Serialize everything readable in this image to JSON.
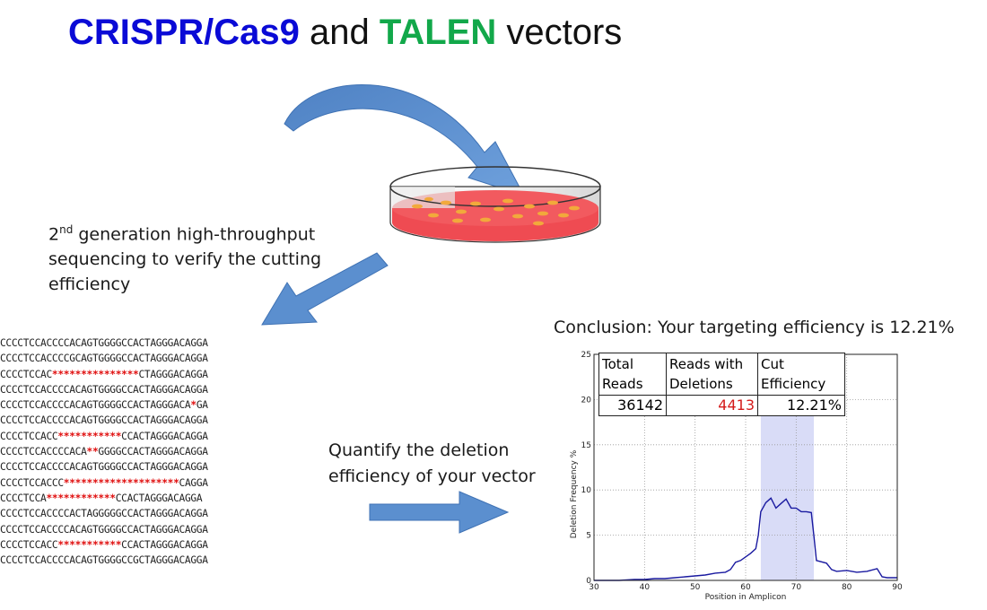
{
  "title": {
    "part1": "CRISPR/Cas9",
    "part2": "and",
    "part3": "TALEN",
    "part4": "vectors"
  },
  "sequencing_label": {
    "superscript": "nd",
    "prefix": "2",
    "text": "generation high-throughput sequencing to verify the cutting efficiency"
  },
  "quantify_label": "Quantify the deletion efficiency of your vector",
  "conclusion": "Conclusion: Your targeting efficiency is 12.21%",
  "sequences": [
    [
      {
        "t": "CCCCTCCACCCCACAGTGGGGCCACTAGGGACAGGA"
      }
    ],
    [
      {
        "t": "CCCCTCCACCCCGCAGTGGGGCCACTAGGGACAGGA"
      }
    ],
    [
      {
        "t": "CCCCTCCAC"
      },
      {
        "t": "***************",
        "d": true
      },
      {
        "t": "CTAGGGACAGGA"
      }
    ],
    [
      {
        "t": "CCCCTCCACCCCACAGTGGGGCCACTAGGGACAGGA"
      }
    ],
    [
      {
        "t": "CCCCTCCACCCCACAGTGGGGCCACTAGGGACA"
      },
      {
        "t": "*",
        "d": true
      },
      {
        "t": "GA"
      }
    ],
    [
      {
        "t": "CCCCTCCACCCCACAGTGGGGCCACTAGGGACAGGA"
      }
    ],
    [
      {
        "t": "CCCCTCCACC"
      },
      {
        "t": "***********",
        "d": true
      },
      {
        "t": "CCACTAGGGACAGGA"
      }
    ],
    [
      {
        "t": "CCCCTCCACCCCACA"
      },
      {
        "t": "**",
        "d": true
      },
      {
        "t": "GGGGCCACTAGGGACAGGA"
      }
    ],
    [
      {
        "t": "CCCCTCCACCCCACAGTGGGGCCACTAGGGACAGGA"
      }
    ],
    [
      {
        "t": "CCCCTCCACCC"
      },
      {
        "t": "********************",
        "d": true
      },
      {
        "t": "CAGGA"
      }
    ],
    [
      {
        "t": "CCCCTCCA"
      },
      {
        "t": "************",
        "d": true
      },
      {
        "t": "CCACTAGGGACAGGA"
      }
    ],
    [
      {
        "t": "CCCCTCCACCCCACTAGGGGGCCACTAGGGACAGGA"
      }
    ],
    [
      {
        "t": "CCCCTCCACCCCACAGTGGGGCCACTAGGGACAGGA"
      }
    ],
    [
      {
        "t": "CCCCTCCACC"
      },
      {
        "t": "***********",
        "d": true
      },
      {
        "t": "CCACTAGGGACAGGA"
      }
    ],
    [
      {
        "t": "CCCCTCCACCCCACAGTGGGGCCGCTAGGGACAGGA"
      }
    ]
  ],
  "table": {
    "headers": [
      "Total Reads",
      "Reads with Deletions",
      "Cut Efficiency"
    ],
    "values": [
      "36142",
      "4413",
      "12.21%"
    ],
    "highlight_color": "#d41a1a"
  },
  "chart_data": {
    "type": "line",
    "xlabel": "Position in Amplicon",
    "ylabel": "Deletion Frequency %",
    "xlim": [
      30,
      90
    ],
    "ylim": [
      0,
      25
    ],
    "xticks": [
      "30",
      "40",
      "50",
      "60",
      "70",
      "80",
      "90"
    ],
    "yticks": [
      "0",
      "5",
      "10",
      "15",
      "20",
      "25"
    ],
    "grid": true,
    "highlight_span": [
      63,
      73.5
    ],
    "x": [
      30,
      35,
      38,
      40,
      42,
      44,
      46,
      48,
      50,
      52,
      54,
      56,
      57,
      58,
      59,
      60,
      61,
      62,
      62.5,
      63,
      64,
      65,
      66,
      67,
      68,
      69,
      70,
      71,
      72,
      73,
      73.5,
      74,
      76,
      77,
      78,
      80,
      82,
      84,
      86,
      87,
      88,
      90
    ],
    "values": [
      0,
      0,
      0.1,
      0.1,
      0.2,
      0.2,
      0.3,
      0.4,
      0.5,
      0.6,
      0.8,
      0.9,
      1.2,
      2.0,
      2.2,
      2.6,
      3.0,
      3.5,
      5.0,
      7.6,
      8.6,
      9.1,
      8.0,
      8.5,
      9.0,
      8.0,
      8.0,
      7.6,
      7.6,
      7.5,
      5.0,
      2.2,
      1.9,
      1.2,
      1.0,
      1.1,
      0.9,
      1.0,
      1.3,
      0.4,
      0.3,
      0.3
    ],
    "line_color": "#1a1aa0",
    "span_color": "#d9dcf7"
  },
  "colors": {
    "title_blue": "#0a0ad6",
    "title_green": "#12a84a",
    "arrow_blue": "#5b8fcf",
    "agar": "#ef4b52",
    "colonies": "#f2a93b"
  }
}
